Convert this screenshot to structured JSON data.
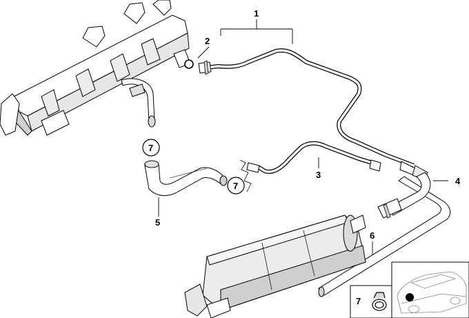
{
  "callouts": {
    "c1": "1",
    "c2": "2",
    "c3": "3",
    "c4": "4",
    "c5": "5",
    "c6": "6",
    "c7a": "7",
    "c7b": "7",
    "c7c": "7"
  },
  "inset": {
    "clamp_label": "7"
  },
  "colors": {
    "line": "#000000",
    "part_fill": "#ffffff",
    "shade": "#d9d9d9",
    "shade_dark": "#bdbdbd"
  }
}
